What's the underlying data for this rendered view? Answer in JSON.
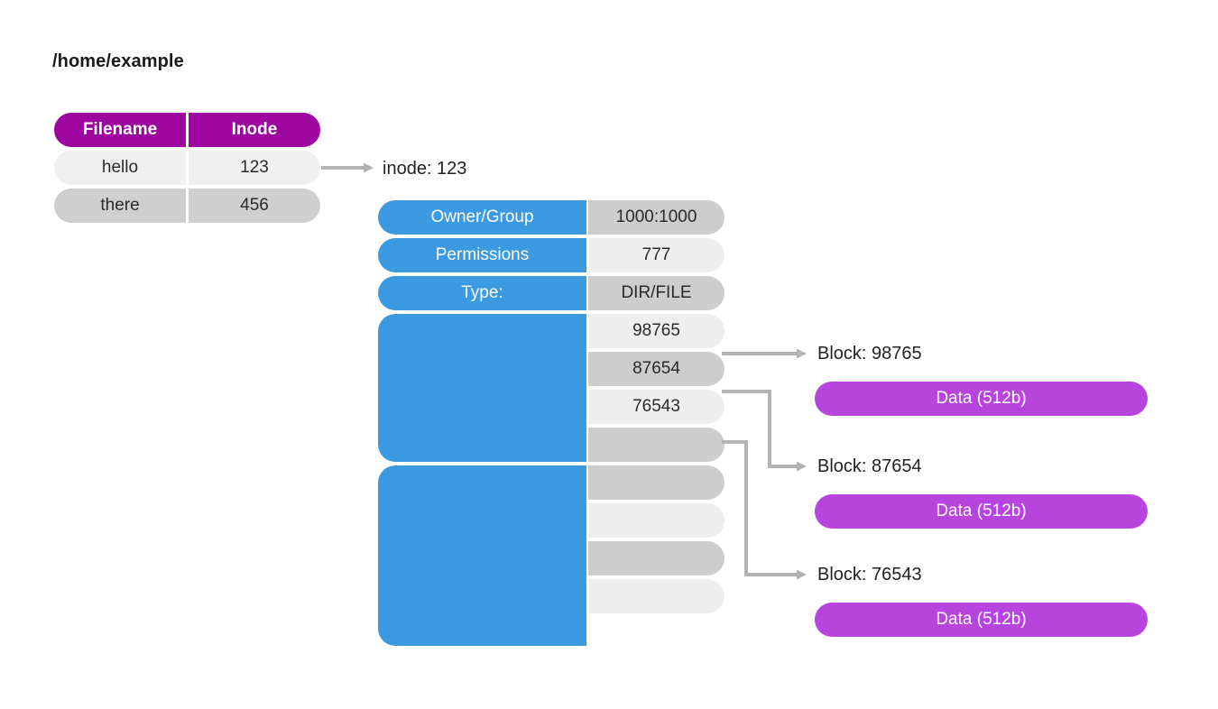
{
  "directory": {
    "title": "/home/example",
    "columns": [
      "Filename",
      "Inode"
    ],
    "rows": [
      {
        "filename": "hello",
        "inode": "123"
      },
      {
        "filename": "there",
        "inode": "456"
      }
    ]
  },
  "inode": {
    "label": "inode: 123",
    "fields": [
      {
        "key": "Owner/Group",
        "value": "1000:1000"
      },
      {
        "key": "Permissions",
        "value": "777"
      },
      {
        "key": "Type:",
        "value": "DIR/FILE"
      }
    ],
    "pointers": [
      {
        "value": "98765"
      },
      {
        "value": "87654"
      },
      {
        "value": "76543"
      },
      {
        "value": ""
      },
      {
        "value": ""
      },
      {
        "value": ""
      },
      {
        "value": ""
      }
    ]
  },
  "blocks": [
    {
      "label": "Block: 98765",
      "data": "Data (512b)"
    },
    {
      "label": "Block: 87654",
      "data": "Data (512b)"
    },
    {
      "label": "Block: 76543",
      "data": "Data (512b)"
    }
  ],
  "colors": {
    "header_purple": "#9e059e",
    "inode_blue": "#3b9ae1",
    "data_purple": "#b844de",
    "row_light": "#eeeeee",
    "row_dark": "#cdcdcd",
    "wire_gray": "#b3b3b3",
    "text": "#222222"
  },
  "icons": {
    "arrow_head": "arrow-right-icon"
  }
}
